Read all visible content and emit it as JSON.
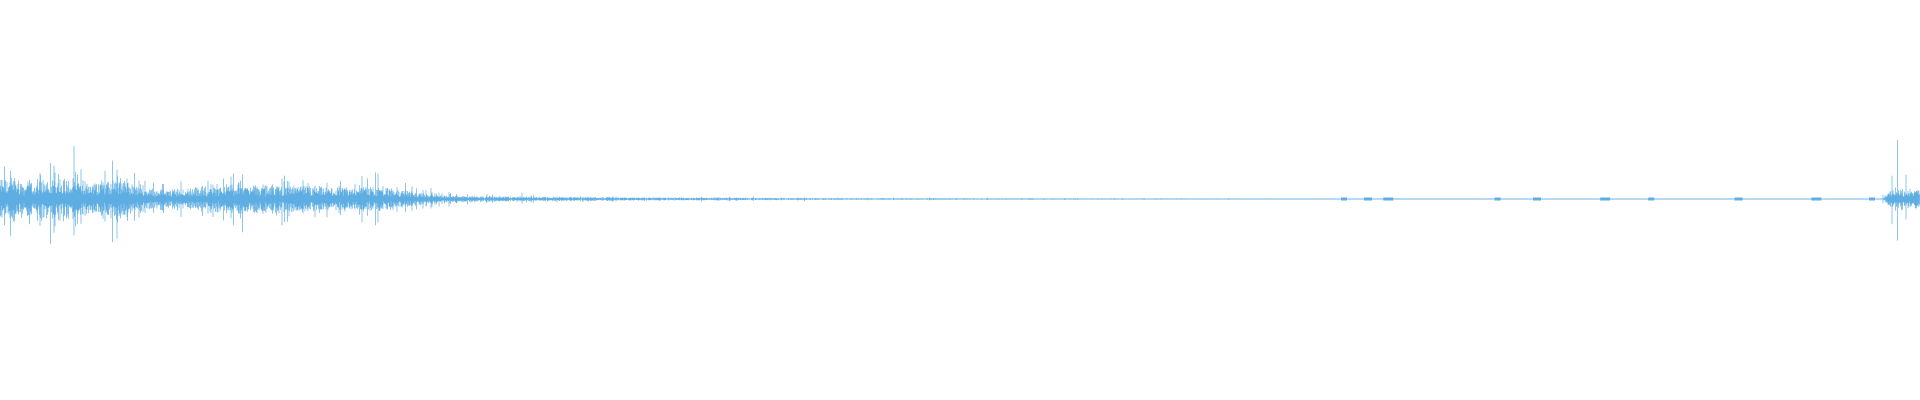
{
  "waveform": {
    "color": "#5faee3",
    "background": "#ffffff",
    "amplitude_envelope": [
      {
        "t": 0.0,
        "peak": 0.88,
        "body": 0.2
      },
      {
        "t": 0.004,
        "peak": 0.7,
        "body": 0.18
      },
      {
        "t": 0.007,
        "peak": 0.95,
        "body": 0.22
      },
      {
        "t": 0.012,
        "peak": 0.55,
        "body": 0.16
      },
      {
        "t": 0.02,
        "peak": 0.45,
        "body": 0.15
      },
      {
        "t": 0.03,
        "peak": 1.0,
        "body": 0.24
      },
      {
        "t": 0.036,
        "peak": 0.6,
        "body": 0.18
      },
      {
        "t": 0.045,
        "peak": 0.55,
        "body": 0.16
      },
      {
        "t": 0.055,
        "peak": 0.5,
        "body": 0.16
      },
      {
        "t": 0.062,
        "peak": 0.88,
        "body": 0.22
      },
      {
        "t": 0.068,
        "peak": 0.45,
        "body": 0.14
      },
      {
        "t": 0.08,
        "peak": 0.3,
        "body": 0.1
      },
      {
        "t": 0.095,
        "peak": 0.22,
        "body": 0.09
      },
      {
        "t": 0.11,
        "peak": 0.38,
        "body": 0.12
      },
      {
        "t": 0.125,
        "peak": 0.52,
        "body": 0.14
      },
      {
        "t": 0.14,
        "peak": 0.42,
        "body": 0.13
      },
      {
        "t": 0.16,
        "peak": 0.4,
        "body": 0.12
      },
      {
        "t": 0.175,
        "peak": 0.3,
        "body": 0.1
      },
      {
        "t": 0.195,
        "peak": 0.5,
        "body": 0.12
      },
      {
        "t": 0.21,
        "peak": 0.3,
        "body": 0.08
      },
      {
        "t": 0.225,
        "peak": 0.16,
        "body": 0.05
      },
      {
        "t": 0.24,
        "peak": 0.1,
        "body": 0.03
      },
      {
        "t": 0.26,
        "peak": 0.08,
        "body": 0.025
      },
      {
        "t": 0.285,
        "peak": 0.06,
        "body": 0.02
      },
      {
        "t": 0.31,
        "peak": 0.05,
        "body": 0.018
      },
      {
        "t": 0.35,
        "peak": 0.04,
        "body": 0.014
      },
      {
        "t": 0.4,
        "peak": 0.03,
        "body": 0.01
      },
      {
        "t": 0.45,
        "peak": 0.02,
        "body": 0.008
      },
      {
        "t": 0.52,
        "peak": 0.015,
        "body": 0.006
      },
      {
        "t": 0.6,
        "peak": 0.012,
        "body": 0.005
      },
      {
        "t": 0.66,
        "peak": 0.01,
        "body": 0.004
      },
      {
        "t": 0.7,
        "peak": 0.004,
        "body": 0.0
      },
      {
        "t": 0.98,
        "peak": 0.004,
        "body": 0.0
      },
      {
        "t": 0.986,
        "peak": 1.0,
        "body": 0.1
      },
      {
        "t": 0.99,
        "peak": 0.42,
        "body": 0.1
      },
      {
        "t": 1.0,
        "peak": 0.3,
        "body": 0.08
      }
    ],
    "sparse_blips": [
      0.7,
      0.712,
      0.722,
      0.78,
      0.8,
      0.835,
      0.86,
      0.905,
      0.945,
      0.975
    ]
  }
}
